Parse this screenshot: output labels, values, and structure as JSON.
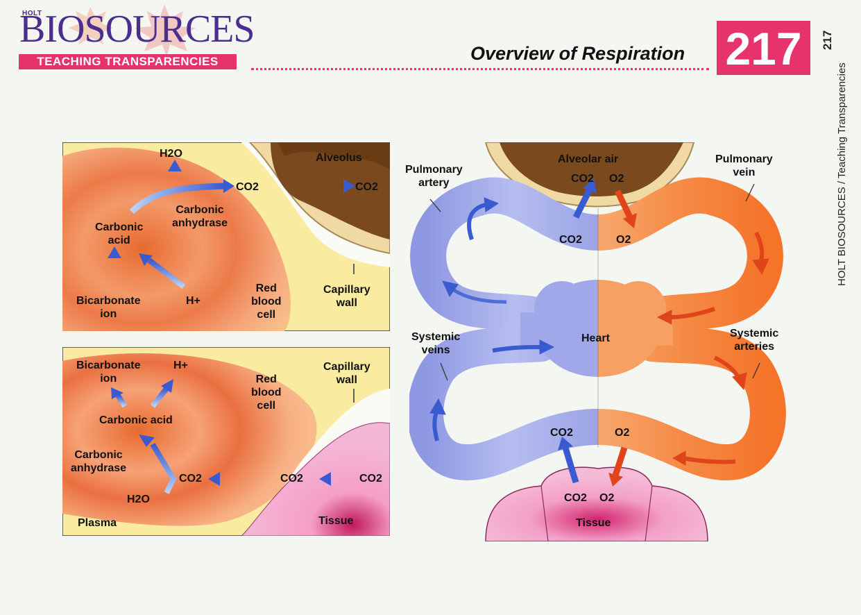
{
  "header": {
    "publisher": "HOLT",
    "brand": "BIOSOURCES",
    "series": "TEACHING TRANSPARENCIES",
    "title": "Overview of Respiration",
    "number": "217"
  },
  "sidebar": {
    "number": "217",
    "text": "HOLT BIOSOURCES / Teaching Transparencies"
  },
  "panel_top": {
    "h2o": "H2O",
    "co2_mid": "CO2",
    "co2_right": "CO2",
    "alveolus": "Alveolus",
    "carbonic_anhydrase_line1": "Carbonic",
    "carbonic_anhydrase_line2": "anhydrase",
    "carbonic_acid_line1": "Carbonic",
    "carbonic_acid_line2": "acid",
    "bicarbonate_line1": "Bicarbonate",
    "bicarbonate_line2": "ion",
    "h_plus": "H+",
    "rbc_line1": "Red",
    "rbc_line2": "blood",
    "rbc_line3": "cell",
    "capillary_line1": "Capillary",
    "capillary_line2": "wall"
  },
  "panel_bottom": {
    "bicarbonate_line1": "Bicarbonate",
    "bicarbonate_line2": "ion",
    "h_plus": "H+",
    "rbc_line1": "Red",
    "rbc_line2": "blood",
    "rbc_line3": "cell",
    "capillary_line1": "Capillary",
    "capillary_line2": "wall",
    "carbonic_acid": "Carbonic acid",
    "carbonic_anhydrase_line1": "Carbonic",
    "carbonic_anhydrase_line2": "anhydrase",
    "co2_a": "CO2",
    "co2_b": "CO2",
    "co2_c": "CO2",
    "h2o": "H2O",
    "plasma": "Plasma",
    "tissue": "Tissue"
  },
  "circulation": {
    "alveolar_air": "Alveolar air",
    "co2_top_out": "CO2",
    "o2_top_in": "O2",
    "co2_top": "CO2",
    "o2_top": "O2",
    "pulmonary_artery_line1": "Pulmonary",
    "pulmonary_artery_line2": "artery",
    "pulmonary_vein_line1": "Pulmonary",
    "pulmonary_vein_line2": "vein",
    "heart": "Heart",
    "systemic_veins_line1": "Systemic",
    "systemic_veins_line2": "veins",
    "systemic_arteries_line1": "Systemic",
    "systemic_arteries_line2": "arteries",
    "co2_bottom": "CO2",
    "o2_bottom": "O2",
    "co2_tissue": "CO2",
    "o2_tissue": "O2",
    "tissue": "Tissue"
  },
  "colors": {
    "accent": "#e6336b",
    "brand": "#4b2e8f",
    "deoxygenated": "#9aa3e6",
    "oxygenated": "#f07a3a",
    "arrow_blue": "#3a5bd0",
    "arrow_red": "#e0441a"
  }
}
